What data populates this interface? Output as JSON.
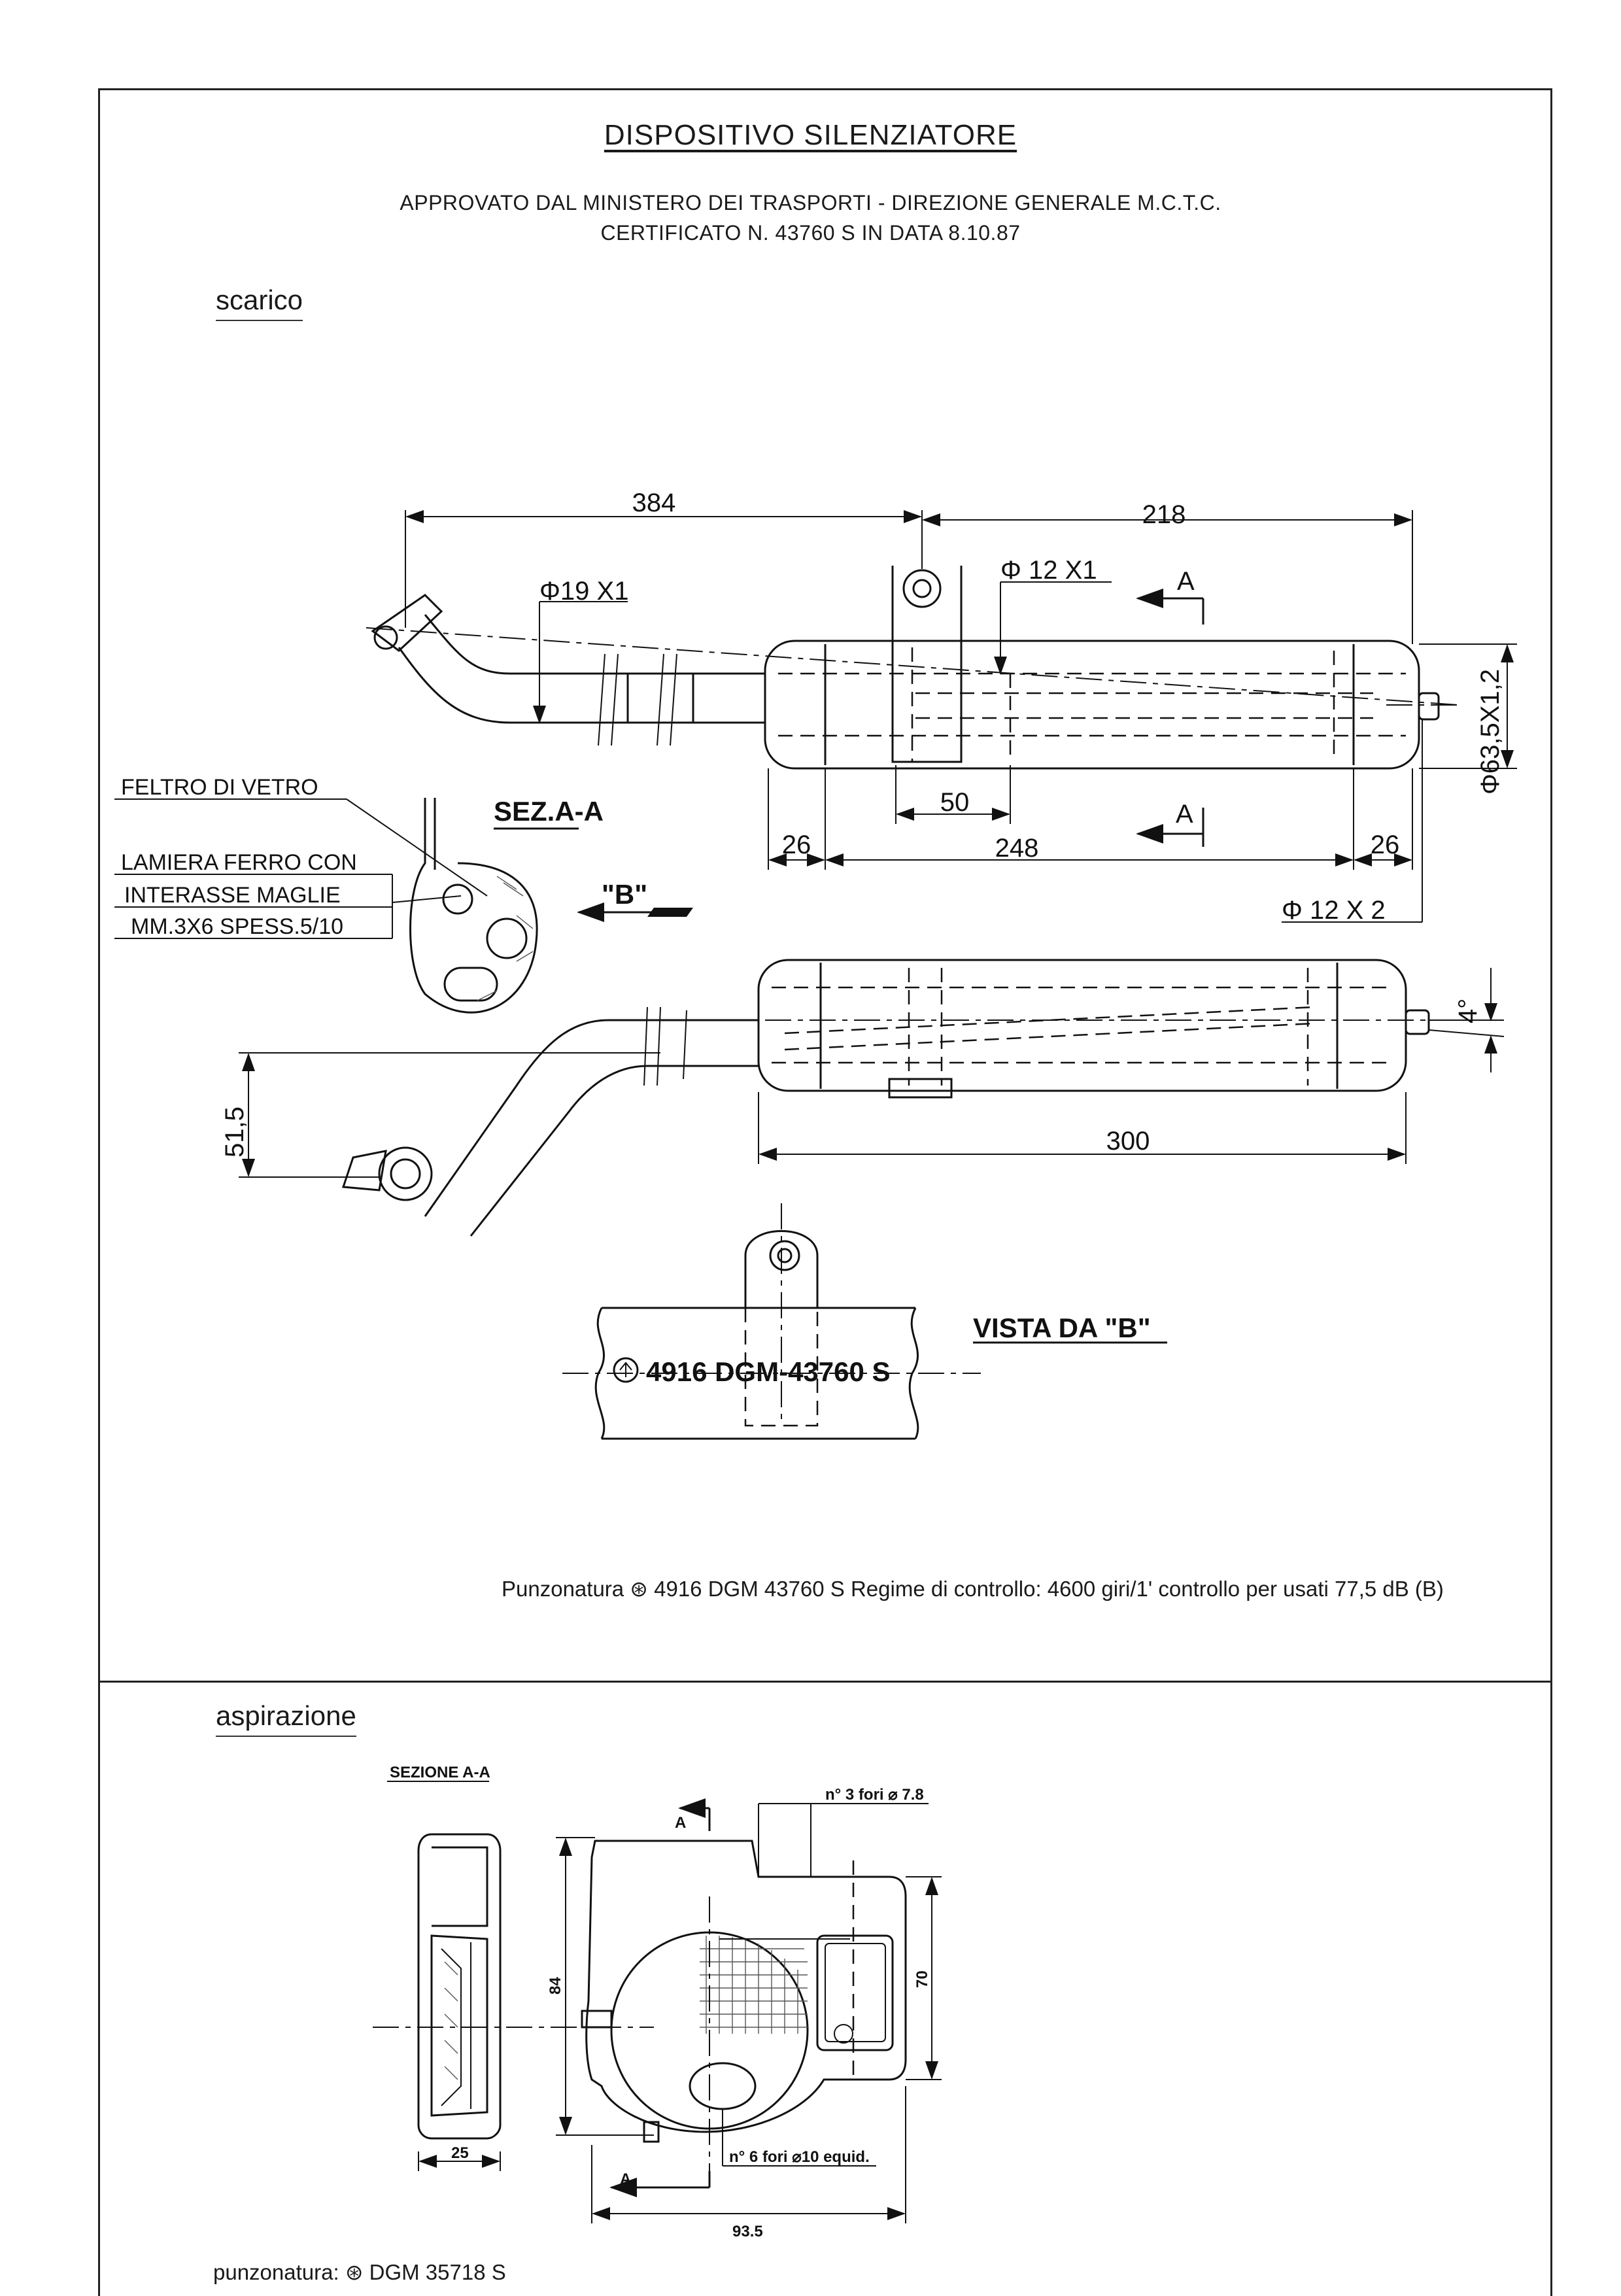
{
  "header": {
    "title": "DISPOSITIVO SILENZIATORE",
    "approval": "APPROVATO DAL MINISTERO DEI TRASPORTI - DIREZIONE GENERALE M.C.T.C.",
    "certificate": "CERTIFICATO N. 43760 S IN DATA 8.10.87"
  },
  "exhaust": {
    "section_label": "scarico",
    "dims": {
      "d384": "384",
      "d218": "218",
      "pipe": "Φ19 X1",
      "tube12": "Φ 12 X1",
      "body": "Φ63,5X1,2",
      "d50": "50",
      "d26a": "26",
      "d248": "248",
      "d26b": "26",
      "tail": "Φ 12 X 2",
      "angle": "4°",
      "d300": "300",
      "d515": "51,5"
    },
    "section_marks": {
      "a_top": "A",
      "a_bottom": "A",
      "b_arrow": "\"B\""
    },
    "callouts": {
      "felt": "FELTRO DI VETRO",
      "sheet1": "LAMIERA FERRO CON",
      "sheet2": "INTERASSE MAGLIE",
      "sheet3": "MM.3X6 SPESS.5/10"
    },
    "section_title": "SEZ.A-A",
    "view_title": "VISTA DA \"B\"",
    "stamp": "4916 DGM-43760 S",
    "note": "Punzonatura ⊛ 4916 DGM 43760 S Regime di controllo: 4600 giri/1' controllo per usati 77,5 dB (B)"
  },
  "intake": {
    "section_label": "aspirazione",
    "section_title": "SEZIONE A-A",
    "dims": {
      "holes_top": "n° 3 fori ⌀ 7.8",
      "holes_bottom": "n° 6 fori ⌀10 equid.",
      "d84": "84",
      "d70": "70",
      "d25": "25",
      "d935": "93.5"
    },
    "section_marks": {
      "a_top": "A",
      "a_bottom": "A"
    },
    "note": "punzonatura: ⊛ DGM 35718 S"
  }
}
